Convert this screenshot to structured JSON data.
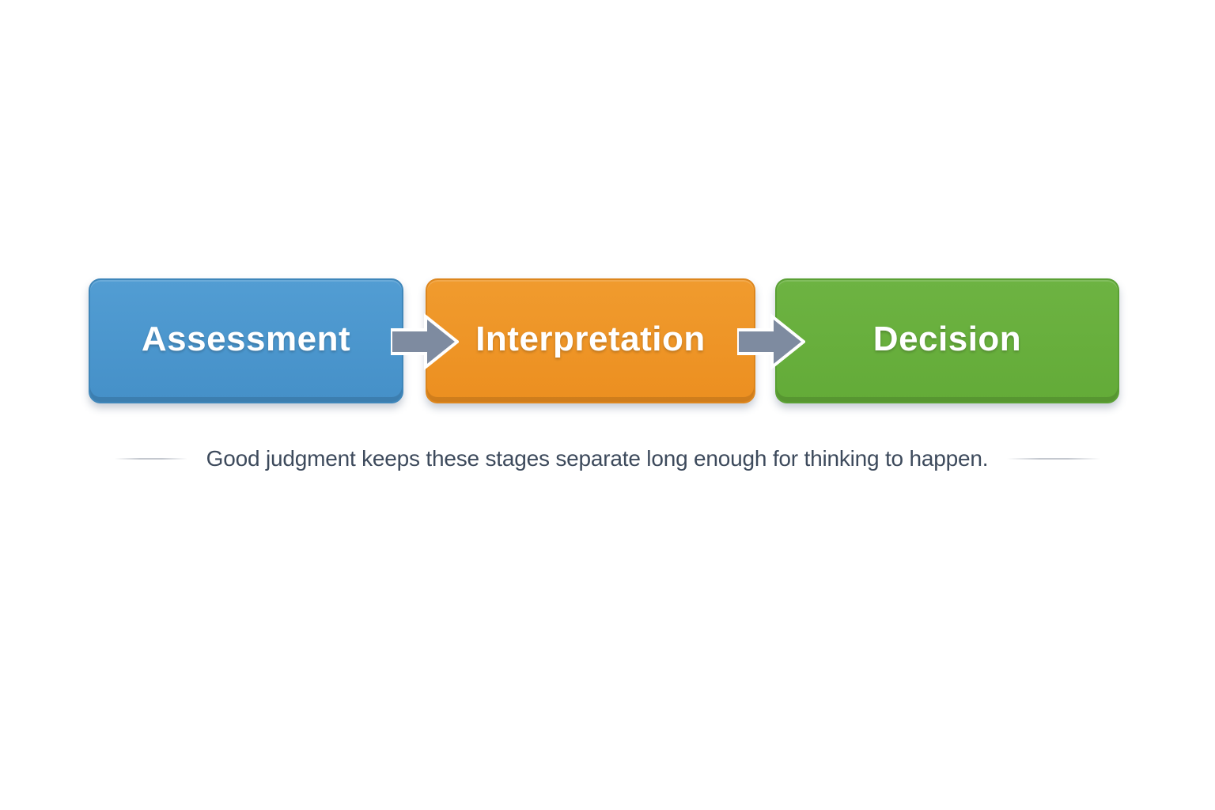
{
  "diagram": {
    "stages": [
      {
        "label": "Assessment",
        "color": "#4795CC",
        "gradient_top": "#529DD3",
        "gradient_bottom": "#4590C8",
        "border_color": "#3E86BA"
      },
      {
        "label": "Interpretation",
        "color": "#EE9428",
        "gradient_top": "#F09B2E",
        "gradient_bottom": "#EC8F20",
        "border_color": "#DD861D"
      },
      {
        "label": "Decision",
        "color": "#68B03D",
        "gradient_top": "#6DB342",
        "gradient_bottom": "#63AB38",
        "border_color": "#5AA034"
      }
    ],
    "arrows": [
      {
        "icon": "right-arrow-icon",
        "color": "#7E8BA0",
        "outline": "#FFFFFF"
      },
      {
        "icon": "right-arrow-icon",
        "color": "#7E8BA0",
        "outline": "#FFFFFF"
      }
    ],
    "caption": {
      "text": "Good judgment keeps these stages separate long enough for thinking to happen.",
      "color": "#3D4A5C"
    }
  }
}
